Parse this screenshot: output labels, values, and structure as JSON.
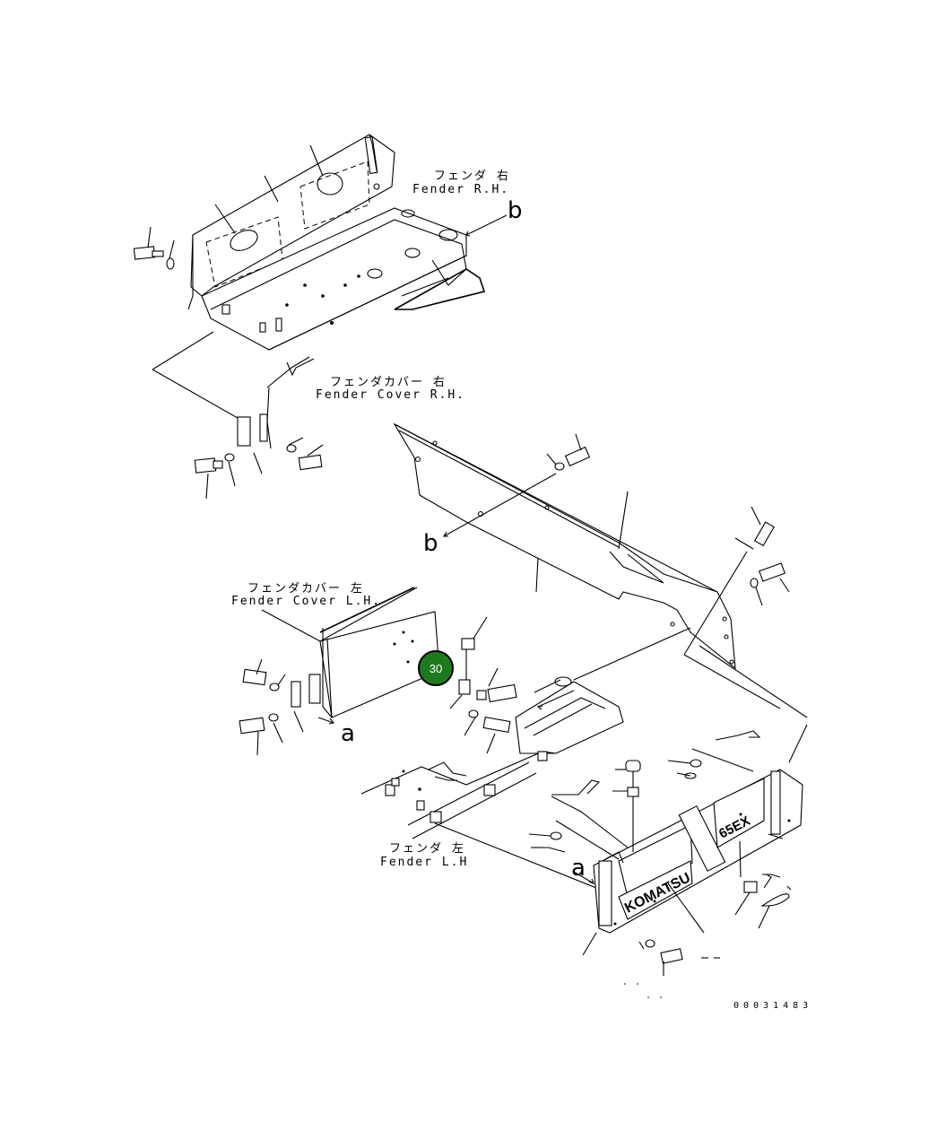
{
  "labels": {
    "fender_rh_jp": "フェンダ 右",
    "fender_rh_en": "Fender R.H.",
    "fender_cover_rh_jp": "フェンダカバー 右",
    "fender_cover_rh_en": "Fender Cover R.H.",
    "fender_cover_lh_jp": "フェンダカバー 左",
    "fender_cover_lh_en": "Fender Cover L.H.",
    "fender_lh_jp": "フェンダ 左",
    "fender_lh_en": "Fender L.H"
  },
  "refs": {
    "b": "b",
    "a": "a"
  },
  "callout": {
    "number": "30",
    "color": "#1f7a1f"
  },
  "doc_code": "00031483"
}
